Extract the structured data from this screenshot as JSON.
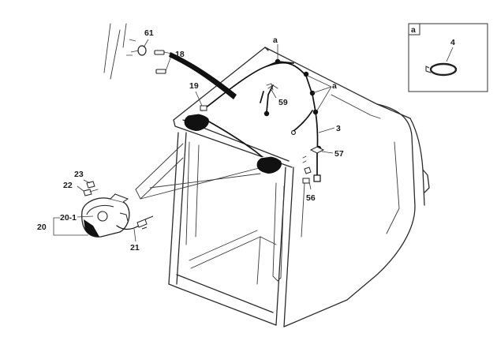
{
  "callouts": {
    "c61": "61",
    "c18": "18",
    "c19": "19",
    "c59": "59",
    "c_a_top": "a",
    "c_a_right": "a",
    "c3": "3",
    "c57": "57",
    "c56": "56",
    "c23": "23",
    "c22": "22",
    "c20_1": "20-1",
    "c20": "20",
    "c21": "21"
  },
  "detail_inset": {
    "tag": "a",
    "part_callout": "4",
    "icon": "hose-clamp-icon"
  },
  "colors": {
    "line": "#2a2a2a",
    "wire": "#111111",
    "background": "#ffffff"
  }
}
